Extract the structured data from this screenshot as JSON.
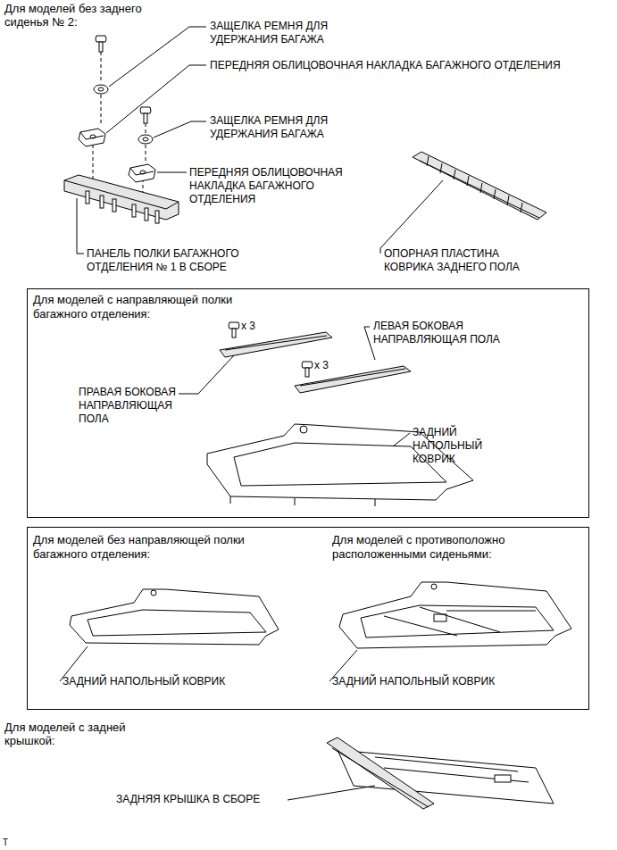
{
  "diagram": {
    "nodes": [
      {
        "text": [
          "Для моделей с направляющей полки багажного отделения:"
        ]
      },
      {
        "text": [
          "Для моделей без направляющей полки багажного отделения:",
          "Для моделей с противоположно расположенными сиденьями:"
        ]
      }
    ],
    "labels": [
      "Для моделей без заднего сиденья № 2:",
      "ЗАЩЕЛКА РЕМНЯ ДЛЯ УДЕРЖАНИЯ БАГАЖА",
      "ПЕРЕДНЯЯ ОБЛИЦОВОЧНАЯ НАКЛАДКА БАГАЖНОГО ОТДЕЛЕНИЯ",
      "ЗАЩЕЛКА РЕМНЯ ДЛЯ УДЕРЖАНИЯ БАГАЖА",
      "ПЕРЕДНЯЯ ОБЛИЦОВОЧНАЯ НАКЛАДКА БАГАЖНОГО ОТДЕЛЕНИЯ",
      "ПАНЕЛЬ ПОЛКИ БАГАЖНОГО ОТДЕЛЕНИЯ № 1 В СБОРЕ",
      "ОПОРНАЯ ПЛАСТИНА КОВРИКА ЗАДНЕГО ПОЛА",
      "x 3",
      "ЛЕВАЯ БОКОВАЯ НАПРАВЛЯЮЩАЯ ПОЛА",
      "ПРАВАЯ БОКОВАЯ НАПРАВЛЯЮЩАЯ ПОЛА",
      "x 3",
      "ЗАДНИЙ НАПОЛЬНЫЙ КОВРИК",
      "ЗАДНИЙ НАПОЛЬНЫЙ КОВРИК",
      "ЗАДНИЙ НАПОЛЬНЫЙ КОВРИК",
      "Для моделей с задней крышкой:",
      "ЗАДНЯЯ КРЫШКА В СБОРЕ",
      "T"
    ]
  }
}
